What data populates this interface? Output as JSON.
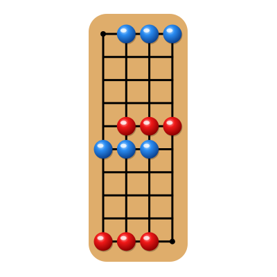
{
  "colors": {
    "background": "#ffffff",
    "board": "#dfad6b",
    "grid": "#000000",
    "red_piece": "#e00000",
    "blue_piece": "#1e82f0"
  },
  "board": {
    "columns": 4,
    "rows": 10
  },
  "pieces": [
    {
      "color": "blue",
      "col": 1,
      "row": 0
    },
    {
      "color": "blue",
      "col": 2,
      "row": 0
    },
    {
      "color": "blue",
      "col": 3,
      "row": 0
    },
    {
      "color": "red",
      "col": 1,
      "row": 4
    },
    {
      "color": "red",
      "col": 2,
      "row": 4
    },
    {
      "color": "red",
      "col": 3,
      "row": 4
    },
    {
      "color": "blue",
      "col": 0,
      "row": 5
    },
    {
      "color": "blue",
      "col": 1,
      "row": 5
    },
    {
      "color": "blue",
      "col": 2,
      "row": 5
    },
    {
      "color": "red",
      "col": 0,
      "row": 9
    },
    {
      "color": "red",
      "col": 1,
      "row": 9
    },
    {
      "color": "red",
      "col": 2,
      "row": 9
    }
  ],
  "corner_markers": [
    {
      "col": 0,
      "row": 0
    },
    {
      "col": 3,
      "row": 9
    }
  ]
}
